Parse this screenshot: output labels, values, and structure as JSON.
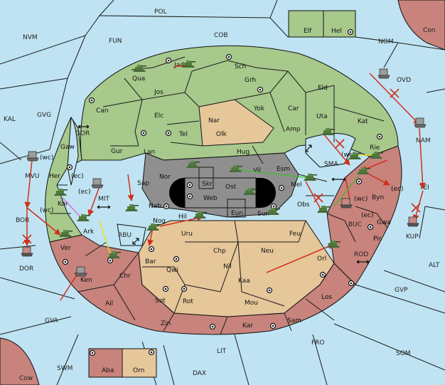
{
  "colors": {
    "sea": "#bfe3f2",
    "green": "#a7c98c",
    "tan": "#e6c79a",
    "rose": "#c7837c",
    "grey": "#8f8f8f",
    "order_move": "#d0301c",
    "order_support_green": "#3cc01e",
    "order_support_yellow": "#e8e017",
    "order_support_magenta": "#d26bd2"
  },
  "sea_regions": [
    "POL",
    "NVM",
    "FUN",
    "COB",
    "NOM",
    "Con",
    "KAL",
    "GVG",
    "GOR",
    "SMA",
    "OVD",
    "NAM",
    "TEI",
    "MVU",
    "MIT",
    "BOR",
    "DOR",
    "RBU",
    "BUC",
    "KUP",
    "ROD",
    "ALT",
    "GVP",
    "GVA",
    "FRO",
    "SOM",
    "LIT",
    "SWM",
    "DAX",
    "Cow"
  ],
  "land_regions": [
    "Jad",
    "Sch",
    "Qua",
    "Jos",
    "Grh",
    "Can",
    "Elc",
    "Yok",
    "Car",
    "Eld",
    "Nar",
    "Olk",
    "Tel",
    "Amp",
    "Uta",
    "Kat",
    "Gur",
    "Lan",
    "Hug",
    "Gaw",
    "Rie",
    "Nor",
    "Skr",
    "Ost",
    "Vil",
    "Esm",
    "Sap",
    "Web",
    "Mel",
    "Her",
    "Kor",
    "Nab",
    "Eun",
    "Sun",
    "Obs",
    "Byn",
    "Ark",
    "Hil",
    "Nog",
    "Uru",
    "Feu",
    "Gwa",
    "Ver",
    "Chp",
    "Neu",
    "Pir",
    "Bar",
    "Qwi",
    "Nil",
    "Orl",
    "Ken",
    "Chr",
    "Kaa",
    "Los",
    "Sot",
    "Rot",
    "Ail",
    "Mou",
    "Zin",
    "Kar",
    "Sam",
    "Elf",
    "Hel",
    "Aba",
    "Orn"
  ],
  "coast_tags": [
    "(wc)",
    "(ec)",
    "(ec)",
    "(wc)",
    "(wc)",
    "(ec)",
    "(wc)",
    "(ec)"
  ]
}
